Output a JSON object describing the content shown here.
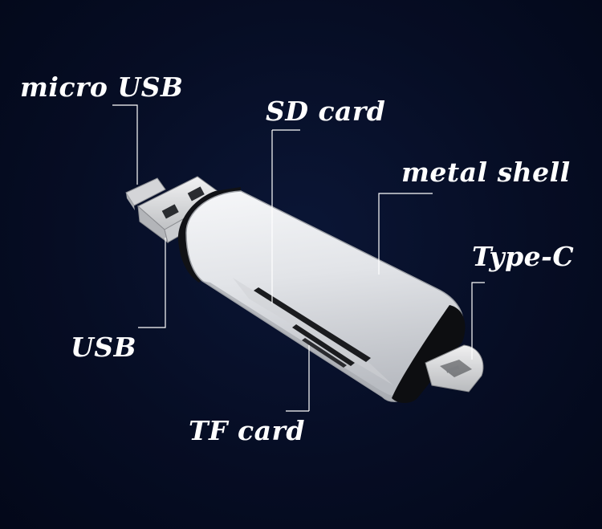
{
  "labels": {
    "micro_usb": "micro USB",
    "sd_card": "SD card",
    "metal_shell": "metal shell",
    "type_c": "Type-C",
    "usb": "USB",
    "tf_card": "TF card"
  },
  "colors": {
    "background": "#060d24",
    "label_text": "#ffffff",
    "leader_lines": "#ffffff",
    "shell": "#e4e6ea",
    "connector_metal": "#d9dadc"
  }
}
